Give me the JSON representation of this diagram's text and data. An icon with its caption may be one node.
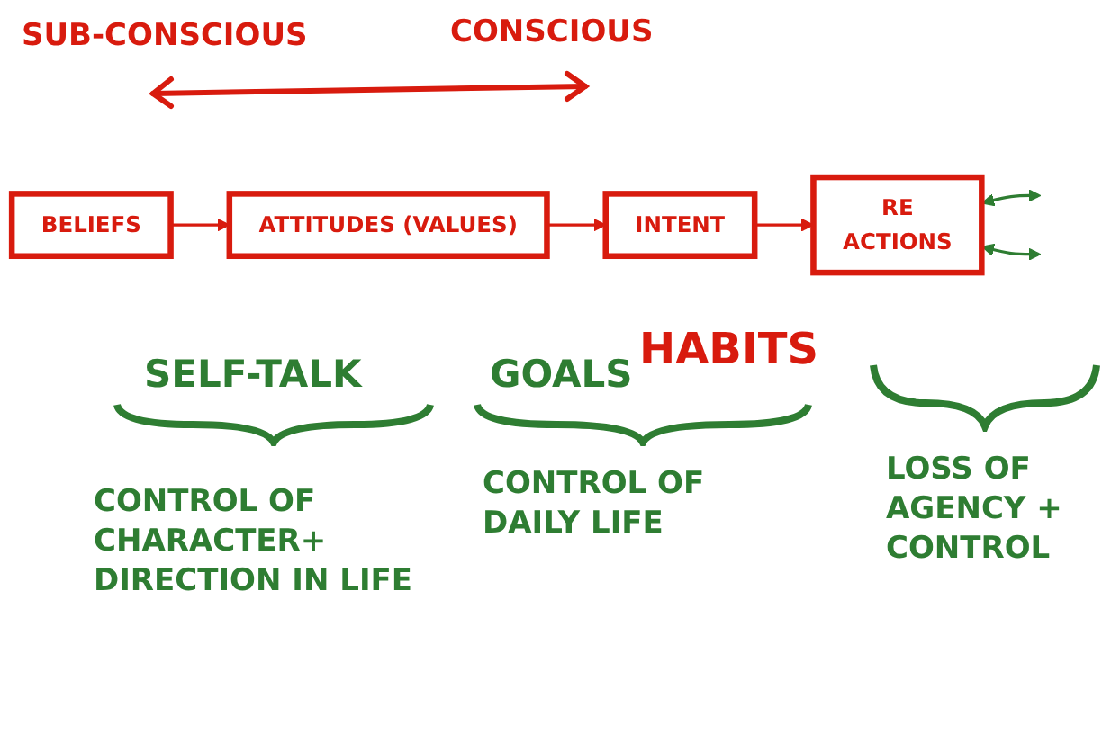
{
  "diagram": {
    "nodes": [
      {
        "text": [
          "BELIEFS"
        ]
      },
      {
        "text": [
          "ATTITUDES (VALUES)"
        ]
      },
      {
        "text": [
          "INTENT"
        ]
      },
      {
        "text": [
          "RE",
          "ACTIONS"
        ]
      }
    ],
    "edges": [
      {
        "from": 0,
        "to": 1,
        "arrow": "to"
      },
      {
        "from": 1,
        "to": 2,
        "arrow": "to"
      },
      {
        "from": 2,
        "to": 3,
        "arrow": "to"
      },
      {
        "from": 3,
        "to": null,
        "arrow": "both",
        "color": "#2e7d32"
      },
      {
        "from": 3,
        "to": null,
        "arrow": "both",
        "color": "#2e7d32"
      }
    ],
    "labels": [
      "SUB-CONSCIOUS",
      "CONSCIOUS",
      "SELF-TALK",
      "GOALS",
      "HABITS",
      "CONTROL OF CHARACTER+ DIRECTION IN LIFE",
      "CONTROL OF DAILY LIFE",
      "LOSS OF AGENCY + CONTROL"
    ]
  }
}
